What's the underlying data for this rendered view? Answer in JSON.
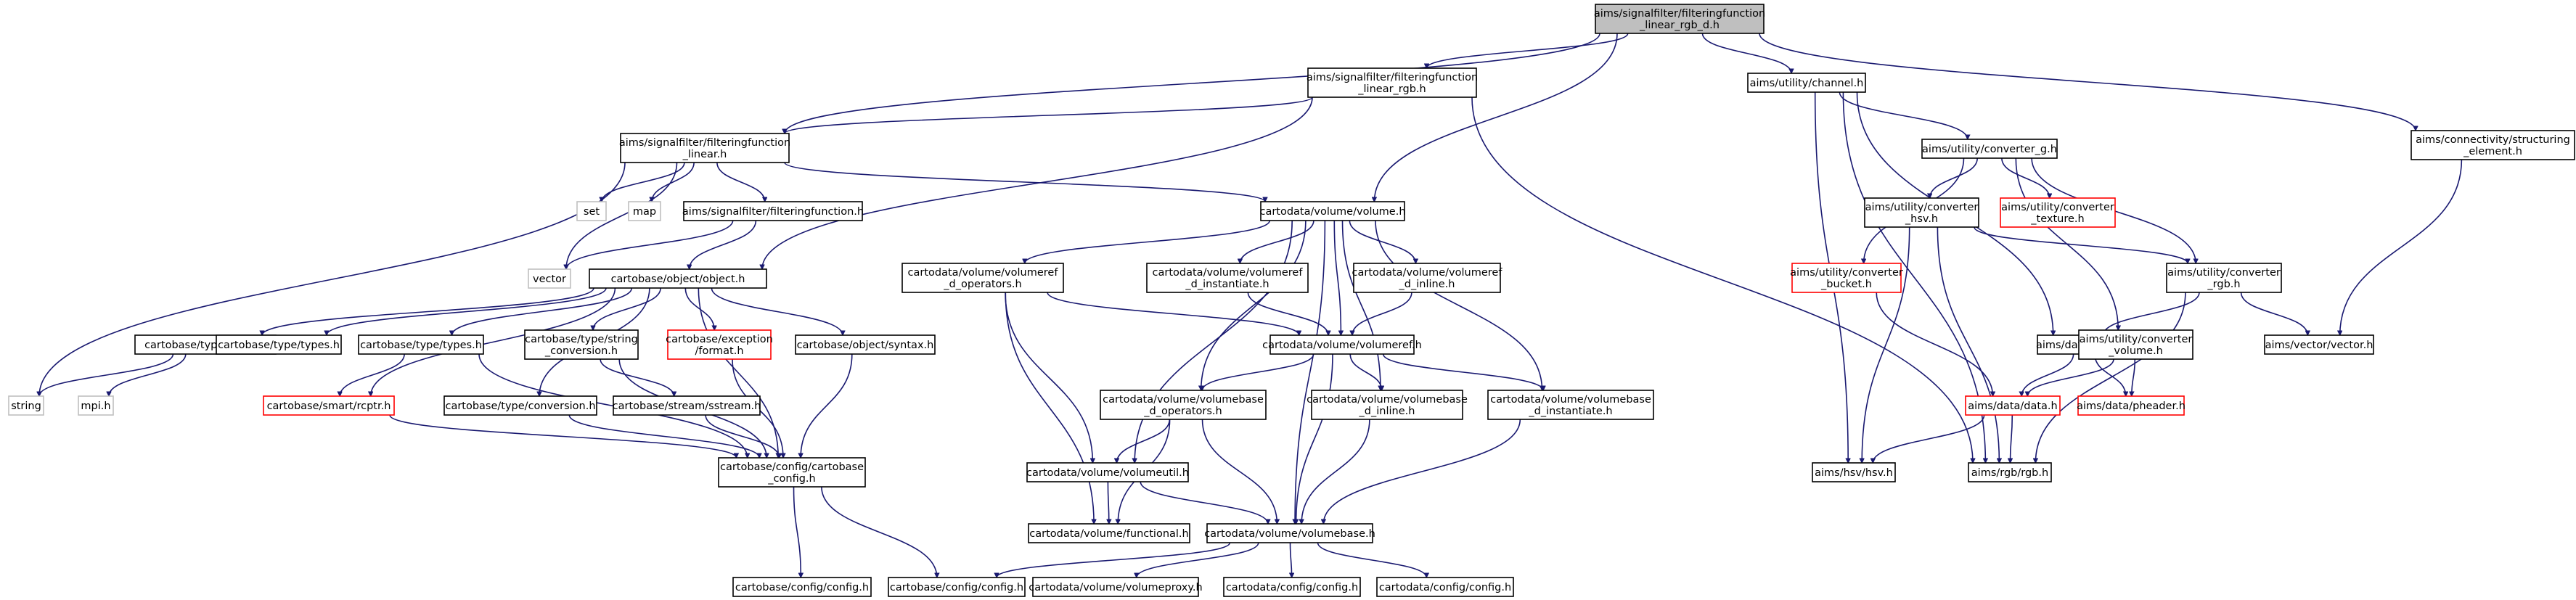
{
  "colors": {
    "edge": "#191970",
    "root_fill": "#bfbfbf",
    "node_border": "#000000",
    "missing_border": "#ff0000",
    "external_border": "#bfbfbf"
  },
  "nodes": [
    {
      "id": "root",
      "label": [
        "aims/signalfilter/filteringfunction",
        "_linear_rgb_d.h"
      ],
      "kind": "root"
    },
    {
      "id": "ffrgb",
      "label": [
        "aims/signalfilter/filteringfunction",
        "_linear_rgb.h"
      ],
      "kind": "normal"
    },
    {
      "id": "channel",
      "label": [
        "aims/utility/channel.h"
      ],
      "kind": "normal"
    },
    {
      "id": "structel",
      "label": [
        "aims/connectivity/structuring",
        "_element.h"
      ],
      "kind": "normal"
    },
    {
      "id": "fflin",
      "label": [
        "aims/signalfilter/filteringfunction",
        "_linear.h"
      ],
      "kind": "normal"
    },
    {
      "id": "convg",
      "label": [
        "aims/utility/converter_g.h"
      ],
      "kind": "normal"
    },
    {
      "id": "set",
      "label": [
        "set"
      ],
      "kind": "external"
    },
    {
      "id": "map",
      "label": [
        "map"
      ],
      "kind": "external"
    },
    {
      "id": "ff",
      "label": [
        "aims/signalfilter/filteringfunction.h"
      ],
      "kind": "normal"
    },
    {
      "id": "volume",
      "label": [
        "cartodata/volume/volume.h"
      ],
      "kind": "normal"
    },
    {
      "id": "convhsv",
      "label": [
        "aims/utility/converter",
        "_hsv.h"
      ],
      "kind": "normal"
    },
    {
      "id": "convtex",
      "label": [
        "aims/utility/converter",
        "_texture.h"
      ],
      "kind": "missing"
    },
    {
      "id": "vector",
      "label": [
        "vector"
      ],
      "kind": "external"
    },
    {
      "id": "object",
      "label": [
        "cartobase/object/object.h"
      ],
      "kind": "normal"
    },
    {
      "id": "vrefops",
      "label": [
        "cartodata/volume/volumeref",
        "_d_operators.h"
      ],
      "kind": "normal"
    },
    {
      "id": "vrefinst",
      "label": [
        "cartodata/volume/volumeref",
        "_d_instantiate.h"
      ],
      "kind": "normal"
    },
    {
      "id": "vrefinl",
      "label": [
        "cartodata/volume/volumeref",
        "_d_inline.h"
      ],
      "kind": "normal"
    },
    {
      "id": "convbucket",
      "label": [
        "aims/utility/converter",
        "_bucket.h"
      ],
      "kind": "missing"
    },
    {
      "id": "convrgb",
      "label": [
        "aims/utility/converter",
        "_rgb.h"
      ],
      "kind": "normal"
    },
    {
      "id": "types1",
      "label": [
        "cartobase/type/types.h"
      ],
      "kind": "normal"
    },
    {
      "id": "types2",
      "label": [
        "cartobase/type/types.h"
      ],
      "kind": "normal"
    },
    {
      "id": "types3",
      "label": [
        "cartobase/type/types.h"
      ],
      "kind": "normal"
    },
    {
      "id": "strconv",
      "label": [
        "cartobase/type/string",
        "_conversion.h"
      ],
      "kind": "normal"
    },
    {
      "id": "excfmt",
      "label": [
        "cartobase/exception",
        "/format.h"
      ],
      "kind": "missing"
    },
    {
      "id": "syntax",
      "label": [
        "cartobase/object/syntax.h"
      ],
      "kind": "normal"
    },
    {
      "id": "volref",
      "label": [
        "cartodata/volume/volumeref.h"
      ],
      "kind": "normal"
    },
    {
      "id": "datag",
      "label": [
        "aims/data/data_g.h"
      ],
      "kind": "normal"
    },
    {
      "id": "convvol",
      "label": [
        "aims/utility/converter",
        "_volume.h"
      ],
      "kind": "normal"
    },
    {
      "id": "vecvec",
      "label": [
        "aims/vector/vector.h"
      ],
      "kind": "normal"
    },
    {
      "id": "string",
      "label": [
        "string"
      ],
      "kind": "external"
    },
    {
      "id": "mpi",
      "label": [
        "mpi.h"
      ],
      "kind": "external"
    },
    {
      "id": "rcptr",
      "label": [
        "cartobase/smart/rcptr.h"
      ],
      "kind": "missing"
    },
    {
      "id": "typeconv",
      "label": [
        "cartobase/type/conversion.h"
      ],
      "kind": "normal"
    },
    {
      "id": "sstream",
      "label": [
        "cartobase/stream/sstream.h"
      ],
      "kind": "normal"
    },
    {
      "id": "vbops",
      "label": [
        "cartodata/volume/volumebase",
        "_d_operators.h"
      ],
      "kind": "normal"
    },
    {
      "id": "vbinl",
      "label": [
        "cartodata/volume/volumebase",
        "_d_inline.h"
      ],
      "kind": "normal"
    },
    {
      "id": "vbinst",
      "label": [
        "cartodata/volume/volumebase",
        "_d_instantiate.h"
      ],
      "kind": "normal"
    },
    {
      "id": "datah",
      "label": [
        "aims/data/data.h"
      ],
      "kind": "missing"
    },
    {
      "id": "pheader",
      "label": [
        "aims/data/pheader.h"
      ],
      "kind": "missing"
    },
    {
      "id": "cbconfig",
      "label": [
        "cartobase/config/cartobase",
        "_config.h"
      ],
      "kind": "normal"
    },
    {
      "id": "volutil",
      "label": [
        "cartodata/volume/volumeutil.h"
      ],
      "kind": "normal"
    },
    {
      "id": "hsv",
      "label": [
        "aims/hsv/hsv.h"
      ],
      "kind": "normal"
    },
    {
      "id": "rgb",
      "label": [
        "aims/rgb/rgb.h"
      ],
      "kind": "normal"
    },
    {
      "id": "functional",
      "label": [
        "cartodata/volume/functional.h"
      ],
      "kind": "normal"
    },
    {
      "id": "volbase",
      "label": [
        "cartodata/volume/volumebase.h"
      ],
      "kind": "normal"
    },
    {
      "id": "config1",
      "label": [
        "cartobase/config/config.h"
      ],
      "kind": "normal"
    },
    {
      "id": "config2",
      "label": [
        "cartobase/config/config.h"
      ],
      "kind": "normal"
    },
    {
      "id": "volproxy",
      "label": [
        "cartodata/volume/volumeproxy.h"
      ],
      "kind": "normal"
    },
    {
      "id": "cdconfig1",
      "label": [
        "cartodata/config/config.h"
      ],
      "kind": "normal"
    },
    {
      "id": "cdconfig2",
      "label": [
        "cartodata/config/config.h"
      ],
      "kind": "normal"
    }
  ],
  "edges": [
    [
      "root",
      "ffrgb"
    ],
    [
      "root",
      "channel"
    ],
    [
      "root",
      "structel"
    ],
    [
      "root",
      "fflin"
    ],
    [
      "root",
      "volume"
    ],
    [
      "ffrgb",
      "fflin"
    ],
    [
      "ffrgb",
      "object"
    ],
    [
      "ffrgb",
      "rgb"
    ],
    [
      "fflin",
      "set"
    ],
    [
      "fflin",
      "map"
    ],
    [
      "fflin",
      "ff"
    ],
    [
      "fflin",
      "volume"
    ],
    [
      "fflin",
      "vector"
    ],
    [
      "fflin",
      "string"
    ],
    [
      "ff",
      "vector"
    ],
    [
      "ff",
      "object"
    ],
    [
      "channel",
      "convg"
    ],
    [
      "channel",
      "datag"
    ],
    [
      "channel",
      "hsv"
    ],
    [
      "channel",
      "rgb"
    ],
    [
      "structel",
      "vecvec"
    ],
    [
      "convg",
      "convhsv"
    ],
    [
      "convg",
      "convtex"
    ],
    [
      "convg",
      "convbucket"
    ],
    [
      "convg",
      "convrgb"
    ],
    [
      "convg",
      "convvol"
    ],
    [
      "convhsv",
      "convrgb"
    ],
    [
      "convhsv",
      "hsv"
    ],
    [
      "convhsv",
      "rgb"
    ],
    [
      "convbucket",
      "datah"
    ],
    [
      "convrgb",
      "datag"
    ],
    [
      "convrgb",
      "vecvec"
    ],
    [
      "convrgb",
      "rgb"
    ],
    [
      "convvol",
      "datah"
    ],
    [
      "convvol",
      "pheader"
    ],
    [
      "datag",
      "datah"
    ],
    [
      "datag",
      "pheader"
    ],
    [
      "datah",
      "hsv"
    ],
    [
      "datah",
      "rgb"
    ],
    [
      "object",
      "types1"
    ],
    [
      "object",
      "types2"
    ],
    [
      "object",
      "types3"
    ],
    [
      "object",
      "rcptr"
    ],
    [
      "object",
      "typeconv"
    ],
    [
      "object",
      "strconv"
    ],
    [
      "object",
      "excfmt"
    ],
    [
      "object",
      "syntax"
    ],
    [
      "object",
      "cbconfig"
    ],
    [
      "types1",
      "string"
    ],
    [
      "types1",
      "mpi"
    ],
    [
      "types3",
      "rcptr"
    ],
    [
      "types3",
      "cbconfig"
    ],
    [
      "rcptr",
      "cbconfig"
    ],
    [
      "typeconv",
      "cbconfig"
    ],
    [
      "strconv",
      "sstream"
    ],
    [
      "strconv",
      "cbconfig"
    ],
    [
      "excfmt",
      "cbconfig"
    ],
    [
      "syntax",
      "cbconfig"
    ],
    [
      "sstream",
      "cbconfig"
    ],
    [
      "cbconfig",
      "config1"
    ],
    [
      "cbconfig",
      "config2"
    ],
    [
      "volume",
      "vrefops"
    ],
    [
      "volume",
      "vrefinst"
    ],
    [
      "volume",
      "vrefinl"
    ],
    [
      "volume",
      "volref"
    ],
    [
      "volume",
      "vbops"
    ],
    [
      "volume",
      "vbinl"
    ],
    [
      "volume",
      "vbinst"
    ],
    [
      "volume",
      "volutil"
    ],
    [
      "volume",
      "volbase"
    ],
    [
      "vrefops",
      "volref"
    ],
    [
      "vrefops",
      "volutil"
    ],
    [
      "vrefops",
      "functional"
    ],
    [
      "vrefinst",
      "volref"
    ],
    [
      "vrefinl",
      "volref"
    ],
    [
      "volref",
      "vbops"
    ],
    [
      "volref",
      "vbinl"
    ],
    [
      "volref",
      "vbinst"
    ],
    [
      "volref",
      "volbase"
    ],
    [
      "vbops",
      "volutil"
    ],
    [
      "vbops",
      "functional"
    ],
    [
      "vbops",
      "volbase"
    ],
    [
      "vbinl",
      "volbase"
    ],
    [
      "vbinst",
      "volbase"
    ],
    [
      "volutil",
      "functional"
    ],
    [
      "volutil",
      "volbase"
    ],
    [
      "volbase",
      "config2"
    ],
    [
      "volbase",
      "volproxy"
    ],
    [
      "volbase",
      "cdconfig1"
    ],
    [
      "volbase",
      "cdconfig2"
    ]
  ]
}
